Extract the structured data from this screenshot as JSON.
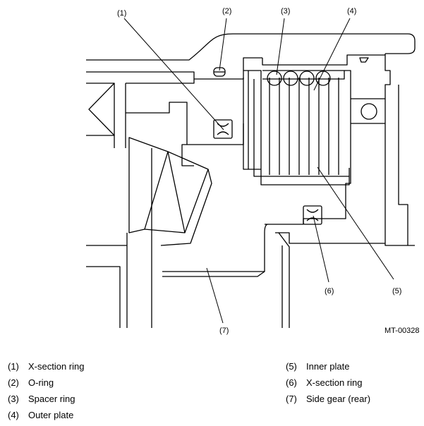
{
  "figure": {
    "id": "MT-00328",
    "callouts": [
      "(1)",
      "(2)",
      "(3)",
      "(4)",
      "(5)",
      "(6)",
      "(7)"
    ]
  },
  "legend": {
    "left": [
      {
        "num": "(1)",
        "label": "X-section ring"
      },
      {
        "num": "(2)",
        "label": "O-ring"
      },
      {
        "num": "(3)",
        "label": "Spacer ring"
      },
      {
        "num": "(4)",
        "label": "Outer plate"
      }
    ],
    "right": [
      {
        "num": "(5)",
        "label": "Inner plate"
      },
      {
        "num": "(6)",
        "label": "X-section ring"
      },
      {
        "num": "(7)",
        "label": "Side gear (rear)"
      }
    ]
  }
}
